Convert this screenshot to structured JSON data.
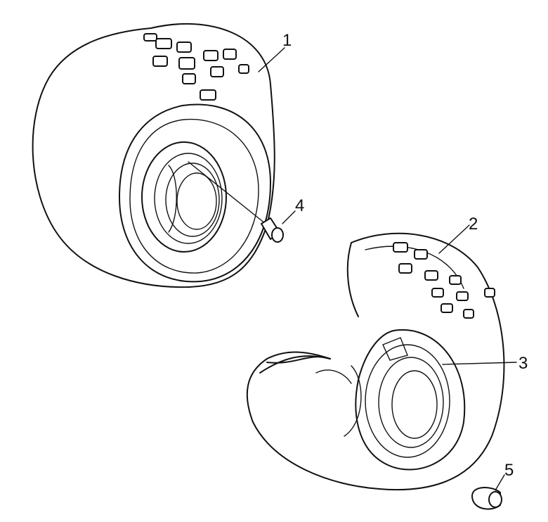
{
  "diagram": {
    "callouts": [
      {
        "id": "1",
        "text": "1",
        "part": "tire"
      },
      {
        "id": "2",
        "text": "2",
        "part": "tire-cutaway"
      },
      {
        "id": "3",
        "text": "3",
        "part": "inner-tube"
      },
      {
        "id": "4",
        "text": "4",
        "part": "valve-bolt"
      },
      {
        "id": "5",
        "text": "5",
        "part": "valve-cap"
      }
    ]
  }
}
